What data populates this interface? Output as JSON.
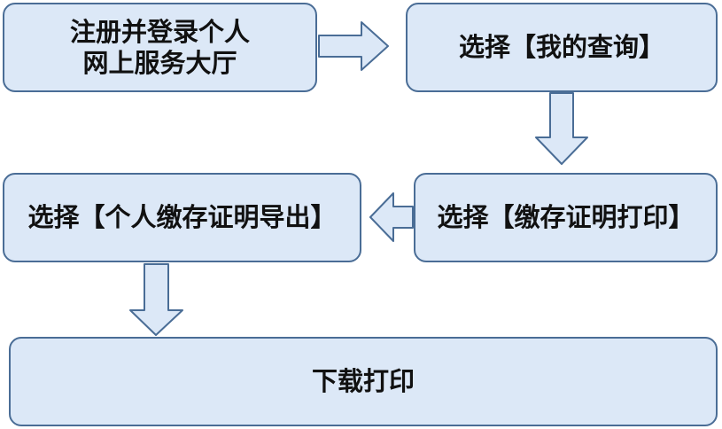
{
  "steps": [
    {
      "id": "step-1",
      "text": "注册并登录个人\n网上服务大厅"
    },
    {
      "id": "step-2",
      "text": "选择【我的查询】"
    },
    {
      "id": "step-3",
      "text": "选择【缴存证明打印】"
    },
    {
      "id": "step-4",
      "text": "选择【个人缴存证明导出】"
    },
    {
      "id": "step-5",
      "text": "下载打印"
    }
  ],
  "colors": {
    "box_fill": "#dce8f7",
    "box_border": "#4a6d96",
    "text": "#111111"
  }
}
